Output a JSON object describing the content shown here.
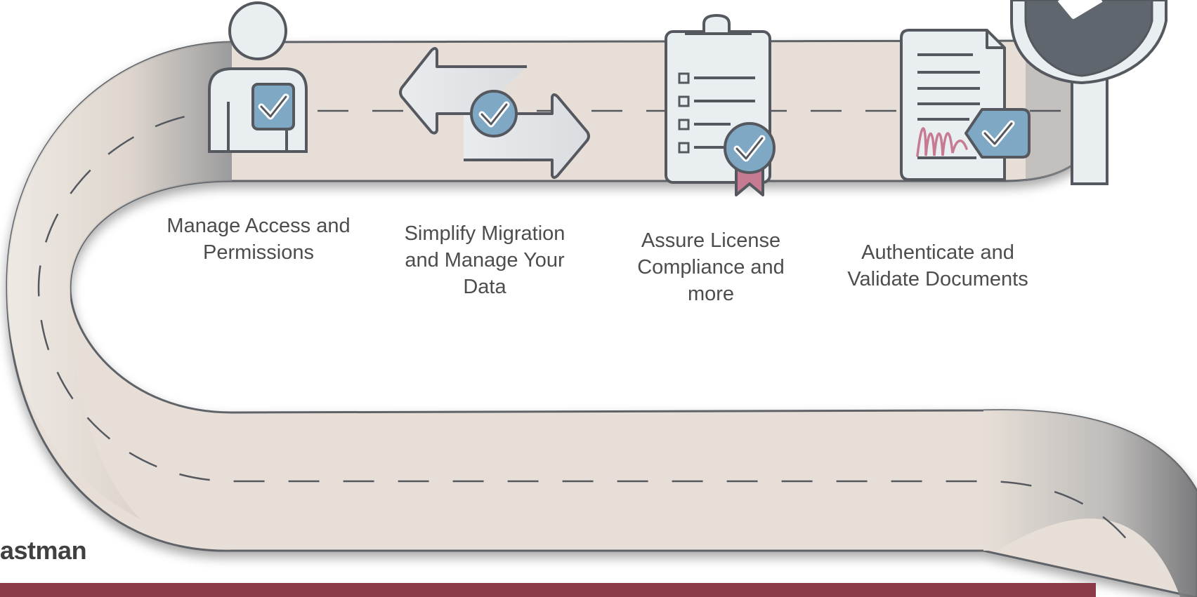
{
  "steps": [
    {
      "label": "Manage Access and Permissions",
      "icon": "user-check-icon"
    },
    {
      "label": "Simplify Migration and Manage Your Data",
      "icon": "migration-arrows-icon"
    },
    {
      "label": "Assure License Compliance and more",
      "icon": "clipboard-checklist-icon"
    },
    {
      "label": "Authenticate and Validate Documents",
      "icon": "signed-document-icon"
    }
  ],
  "labels": {
    "step1_line1": "Manage Access and",
    "step1_line2": "Permissions",
    "step2_line1": "Simplify Migration",
    "step2_line2": "and Manage Your",
    "step2_line3": "Data",
    "step3_line1": "Assure License",
    "step3_line2": "Compliance and",
    "step3_line3": "more",
    "step4_line1": "Authenticate and",
    "step4_line2": "Validate Documents"
  },
  "brand": {
    "text": "astman"
  },
  "colors": {
    "road": "#e7dfd7",
    "road_edge": "#5f6368",
    "icon_fill": "#e9eef1",
    "icon_stroke": "#55595f",
    "check_blue": "#7fa8c4",
    "ribbon_pink": "#c77b93",
    "footer_bar": "#8b3a48",
    "text": "#4d4d4d"
  }
}
